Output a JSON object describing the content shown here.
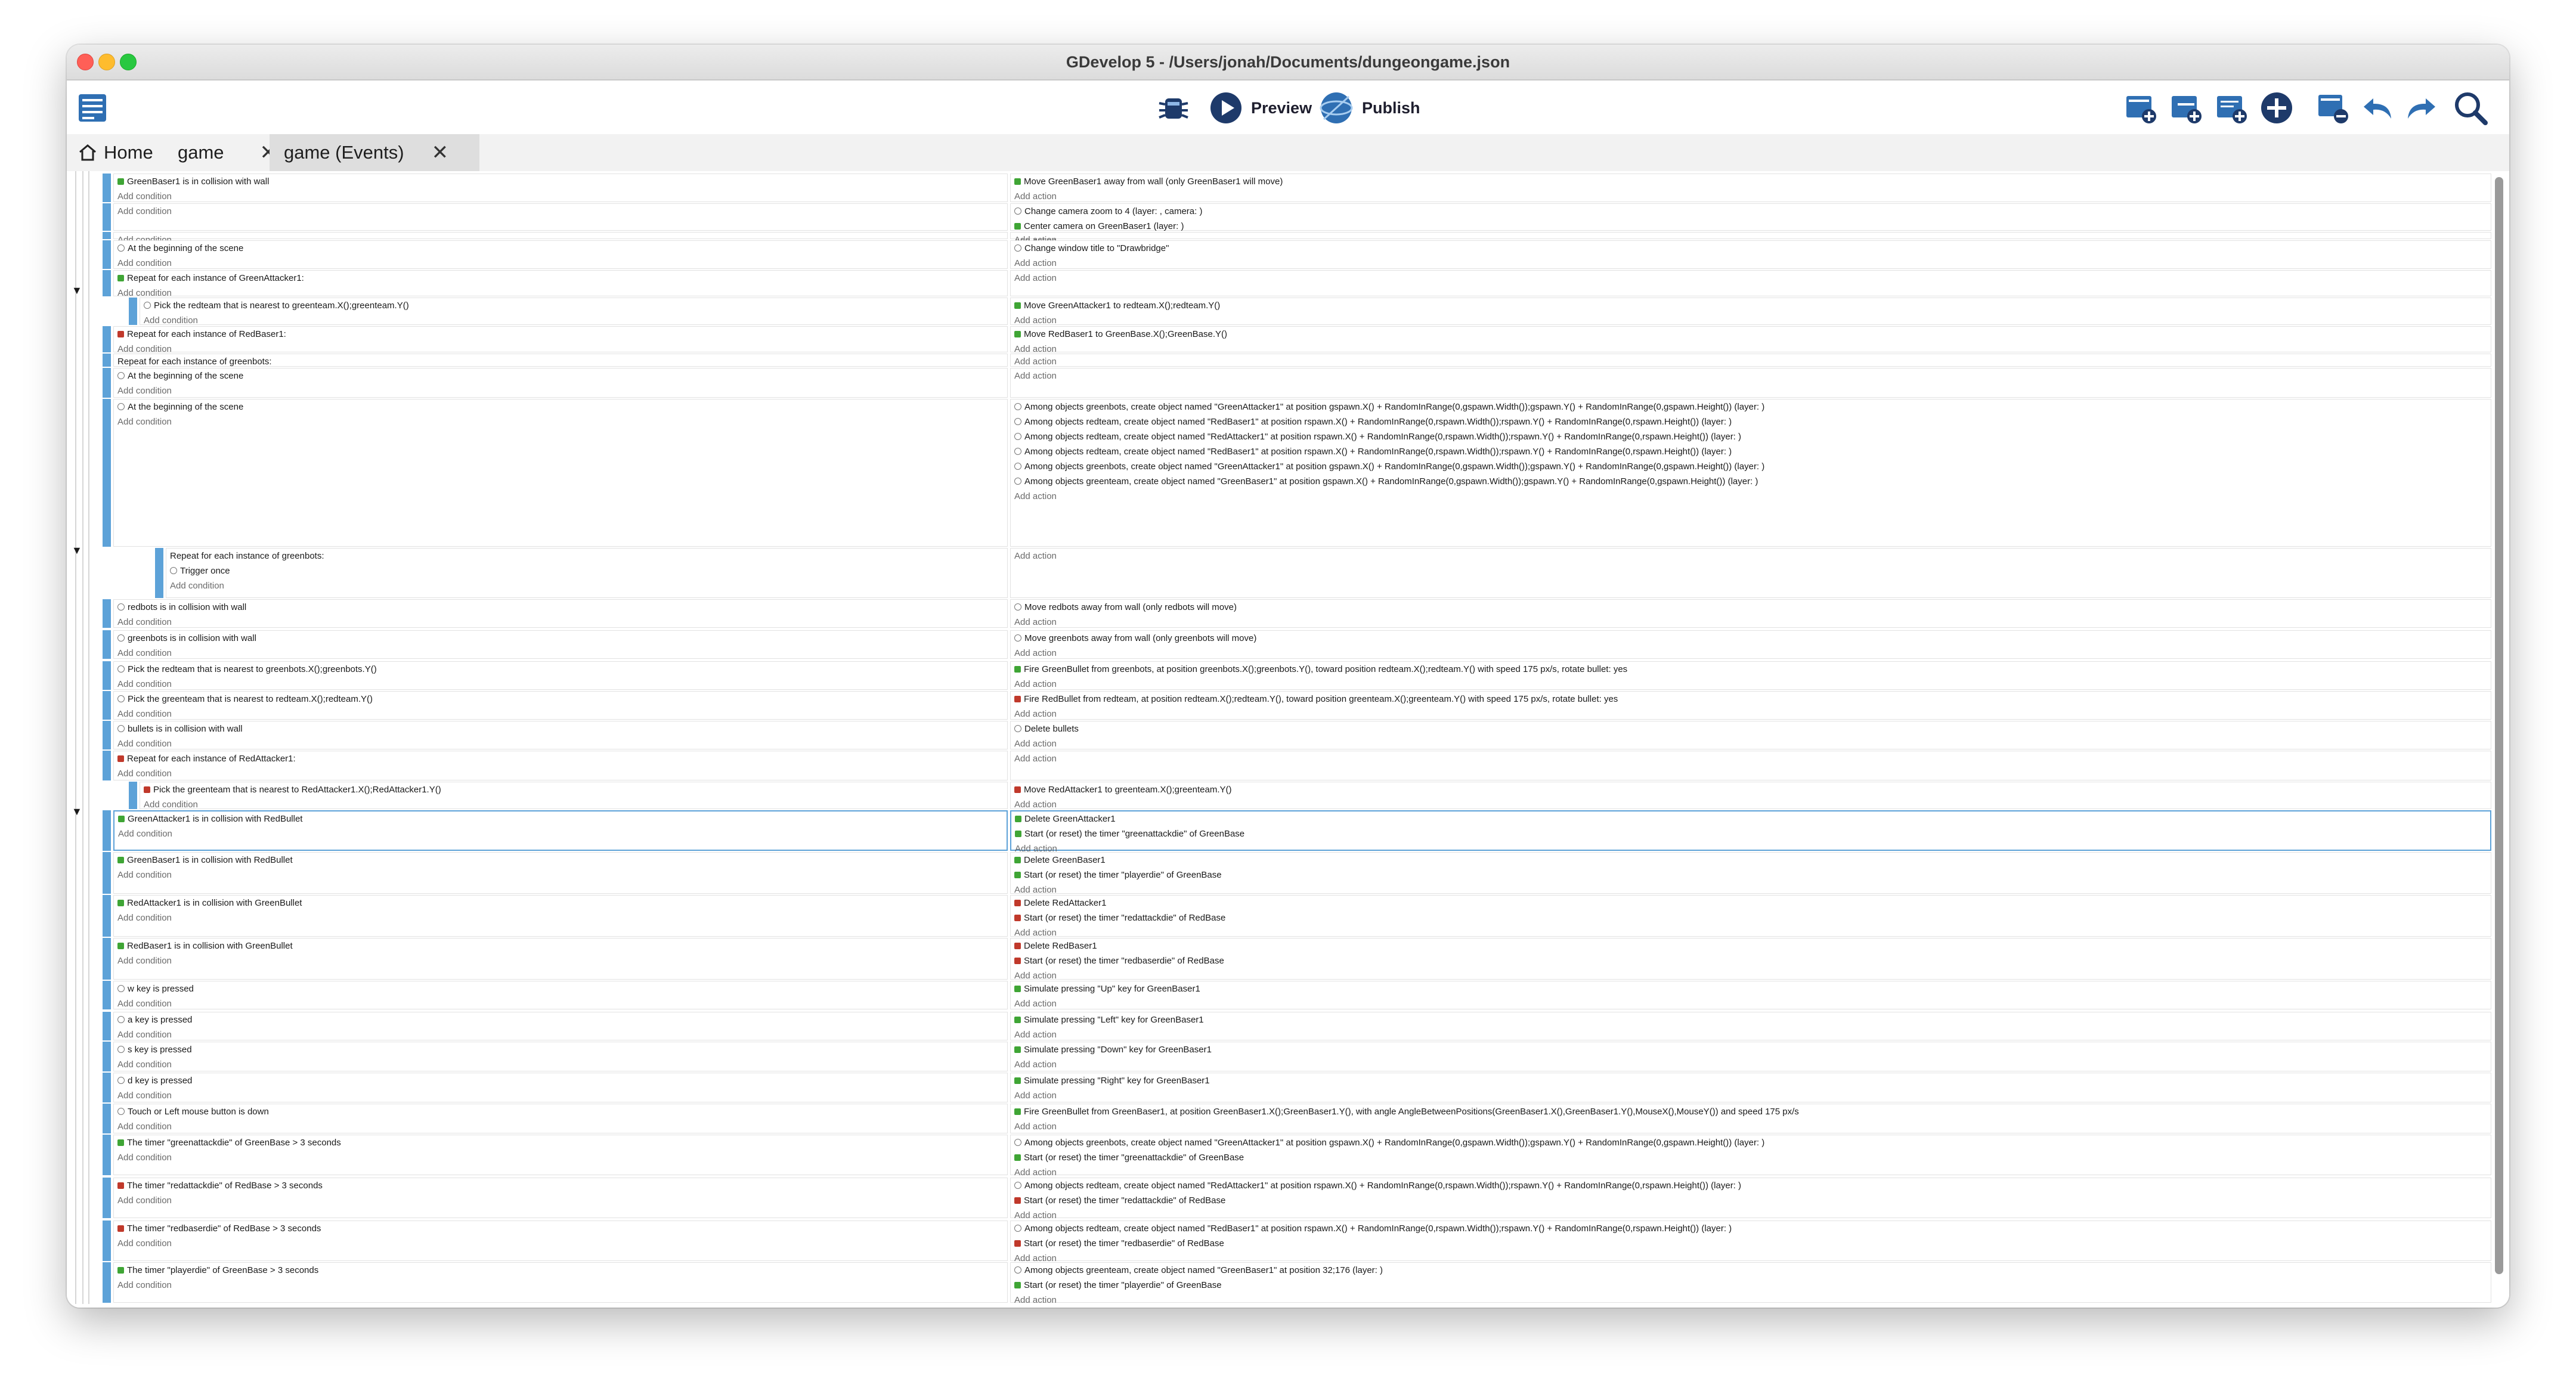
{
  "window": {
    "title": "GDevelop 5 - /Users/jonah/Documents/dungeongame.json"
  },
  "toolbar": {
    "preview_label": "Preview",
    "publish_label": "Publish"
  },
  "tabs": [
    {
      "label": "Home"
    },
    {
      "label": "game"
    },
    {
      "label": "game (Events)"
    }
  ],
  "events": [
    {
      "cond": [
        "GreenBaser1 is in collision with wall",
        "Add condition"
      ],
      "act": [
        "Move GreenBaser1 away from wall (only GreenBaser1 will move)",
        "Add action"
      ]
    },
    {
      "cond": [
        "Add condition"
      ],
      "act": [
        "Change camera zoom to 4 (layer: , camera: )",
        "Center camera on GreenBaser1 (layer: )",
        "Add action"
      ]
    },
    {
      "cond": [
        "Add condition"
      ],
      "act": [
        "Add action"
      ]
    },
    {
      "cond": [
        "At the beginning of the scene",
        "Add condition"
      ],
      "act": [
        "Change window title to \"Drawbridge\"",
        "Add action"
      ]
    },
    {
      "cond": [
        "Repeat for each instance of GreenAttacker1:",
        "Add condition"
      ],
      "act": [
        "Add action"
      ]
    },
    {
      "cond": [
        "Pick the redteam that is nearest to greenteam.X();greenteam.Y()",
        "Add condition"
      ],
      "act": [
        "Move GreenAttacker1 to redteam.X();redteam.Y()",
        "Add action"
      ]
    },
    {
      "cond": [
        "Repeat for each instance of RedBaser1:",
        "Add condition"
      ],
      "act": [
        "Move RedBaser1 to GreenBase.X();GreenBase.Y()",
        "Add action"
      ]
    },
    {
      "cond": [
        "Repeat for each instance of greenbots:",
        "Add condition"
      ],
      "act": [
        "Add action"
      ]
    },
    {
      "cond": [
        "At the beginning of the scene",
        "Add condition"
      ],
      "act": [
        "Add action"
      ]
    },
    {
      "cond": [
        "At the beginning of the scene",
        "Add condition"
      ],
      "act": [
        "Among objects greenbots, create object named \"GreenAttacker1\" at position gspawn.X() + RandomInRange(0,gspawn.Width());gspawn.Y() + RandomInRange(0,gspawn.Height()) (layer: )",
        "Among objects redteam, create object named \"RedBaser1\" at position rspawn.X() + RandomInRange(0,rspawn.Width());rspawn.Y() + RandomInRange(0,rspawn.Height()) (layer: )",
        "Among objects redteam, create object named \"RedAttacker1\" at position rspawn.X() + RandomInRange(0,rspawn.Width());rspawn.Y() + RandomInRange(0,rspawn.Height()) (layer: )",
        "Among objects redteam, create object named \"RedBaser1\" at position rspawn.X() + RandomInRange(0,rspawn.Width());rspawn.Y() + RandomInRange(0,rspawn.Height()) (layer: )",
        "Among objects greenbots, create object named \"GreenAttacker1\" at position gspawn.X() + RandomInRange(0,gspawn.Width());gspawn.Y() + RandomInRange(0,gspawn.Height()) (layer: )",
        "Among objects greenteam, create object named \"GreenBaser1\" at position gspawn.X() + RandomInRange(0,gspawn.Width());gspawn.Y() + RandomInRange(0,gspawn.Height()) (layer: )",
        "Add action"
      ]
    },
    {
      "cond": [
        "Repeat for each instance of greenbots:",
        "Trigger once",
        "Add condition"
      ],
      "act": [
        "Add action"
      ]
    },
    {
      "cond": [
        "redbots is in collision with wall",
        "Add condition"
      ],
      "act": [
        "Move redbots away from wall (only redbots will move)",
        "Add action"
      ]
    },
    {
      "cond": [
        "greenbots is in collision with wall",
        "Add condition"
      ],
      "act": [
        "Move greenbots away from wall (only greenbots will move)",
        "Add action"
      ]
    },
    {
      "cond": [
        "Pick the redteam that is nearest to greenbots.X();greenbots.Y()",
        "Add condition"
      ],
      "act": [
        "Fire GreenBullet from greenbots, at position greenbots.X();greenbots.Y(), toward position redteam.X();redteam.Y() with speed 175 px/s, rotate bullet: yes",
        "Add action"
      ]
    },
    {
      "cond": [
        "Pick the greenteam that is nearest to redteam.X();redteam.Y()",
        "Add condition"
      ],
      "act": [
        "Fire RedBullet from redteam, at position redteam.X();redteam.Y(), toward position greenteam.X();greenteam.Y() with speed 175 px/s, rotate bullet: yes",
        "Add action"
      ]
    },
    {
      "cond": [
        "bullets is in collision with wall",
        "Add condition"
      ],
      "act": [
        "Delete bullets",
        "Add action"
      ]
    },
    {
      "cond": [
        "Repeat for each instance of RedAttacker1:",
        "Add condition"
      ],
      "act": [
        "Add action"
      ]
    },
    {
      "cond": [
        "Pick the greenteam that is nearest to RedAttacker1.X();RedAttacker1.Y()",
        "Add condition"
      ],
      "act": [
        "Move RedAttacker1 to greenteam.X();greenteam.Y()",
        "Add action"
      ]
    },
    {
      "cond": [
        "GreenAttacker1 is in collision with RedBullet",
        "Add condition"
      ],
      "act": [
        "Delete GreenAttacker1",
        "Start (or reset) the timer \"greenattackdie\" of GreenBase",
        "Add action"
      ]
    },
    {
      "cond": [
        "GreenBaser1 is in collision with RedBullet",
        "Add condition"
      ],
      "act": [
        "Delete GreenBaser1",
        "Start (or reset) the timer \"playerdie\" of GreenBase",
        "Add action"
      ]
    },
    {
      "cond": [
        "RedAttacker1 is in collision with GreenBullet",
        "Add condition"
      ],
      "act": [
        "Delete RedAttacker1",
        "Start (or reset) the timer \"redattackdie\" of RedBase",
        "Add action"
      ]
    },
    {
      "cond": [
        "RedBaser1 is in collision with GreenBullet",
        "Add condition"
      ],
      "act": [
        "Delete RedBaser1",
        "Start (or reset) the timer \"redbaserdie\" of RedBase",
        "Add action"
      ]
    },
    {
      "cond": [
        "w key is pressed",
        "Add condition"
      ],
      "act": [
        "Simulate pressing \"Up\" key for GreenBaser1",
        "Add action"
      ]
    },
    {
      "cond": [
        "a key is pressed",
        "Add condition"
      ],
      "act": [
        "Simulate pressing \"Left\" key for GreenBaser1",
        "Add action"
      ]
    },
    {
      "cond": [
        "s key is pressed",
        "Add condition"
      ],
      "act": [
        "Simulate pressing \"Down\" key for GreenBaser1",
        "Add action"
      ]
    },
    {
      "cond": [
        "d key is pressed",
        "Add condition"
      ],
      "act": [
        "Simulate pressing \"Right\" key for GreenBaser1",
        "Add action"
      ]
    },
    {
      "cond": [
        "Touch or Left mouse button is down",
        "Add condition"
      ],
      "act": [
        "Fire GreenBullet from GreenBaser1, at position GreenBaser1.X();GreenBaser1.Y(), with angle AngleBetweenPositions(GreenBaser1.X(),GreenBaser1.Y(),MouseX(),MouseY()) and speed 175 px/s",
        "Add action"
      ]
    },
    {
      "cond": [
        "The timer \"greenattackdie\" of GreenBase > 3 seconds",
        "Add condition"
      ],
      "act": [
        "Among objects greenbots, create object named \"GreenAttacker1\" at position gspawn.X() + RandomInRange(0,gspawn.Width());gspawn.Y() + RandomInRange(0,gspawn.Height()) (layer: )",
        "Start (or reset) the timer \"greenattackdie\" of GreenBase",
        "Add action"
      ]
    },
    {
      "cond": [
        "The timer \"redattackdie\" of RedBase > 3 seconds",
        "Add condition"
      ],
      "act": [
        "Among objects redteam, create object named \"RedAttacker1\" at position rspawn.X() + RandomInRange(0,rspawn.Width());rspawn.Y() + RandomInRange(0,rspawn.Height()) (layer: )",
        "Start (or reset) the timer \"redattackdie\" of RedBase",
        "Add action"
      ]
    },
    {
      "cond": [
        "The timer \"redbaserdie\" of RedBase > 3 seconds",
        "Add condition"
      ],
      "act": [
        "Among objects redteam, create object named \"RedBaser1\" at position rspawn.X() + RandomInRange(0,rspawn.Width());rspawn.Y() + RandomInRange(0,rspawn.Height()) (layer: )",
        "Start (or reset) the timer \"redbaserdie\" of RedBase",
        "Add action"
      ]
    },
    {
      "cond": [
        "The timer \"playerdie\" of GreenBase > 3 seconds",
        "Add condition"
      ],
      "act": [
        "Among objects greenteam, create object named \"GreenBaser1\" at position 32;176 (layer: )",
        "Start (or reset) the timer \"playerdie\" of GreenBase",
        "Add action"
      ]
    }
  ]
}
